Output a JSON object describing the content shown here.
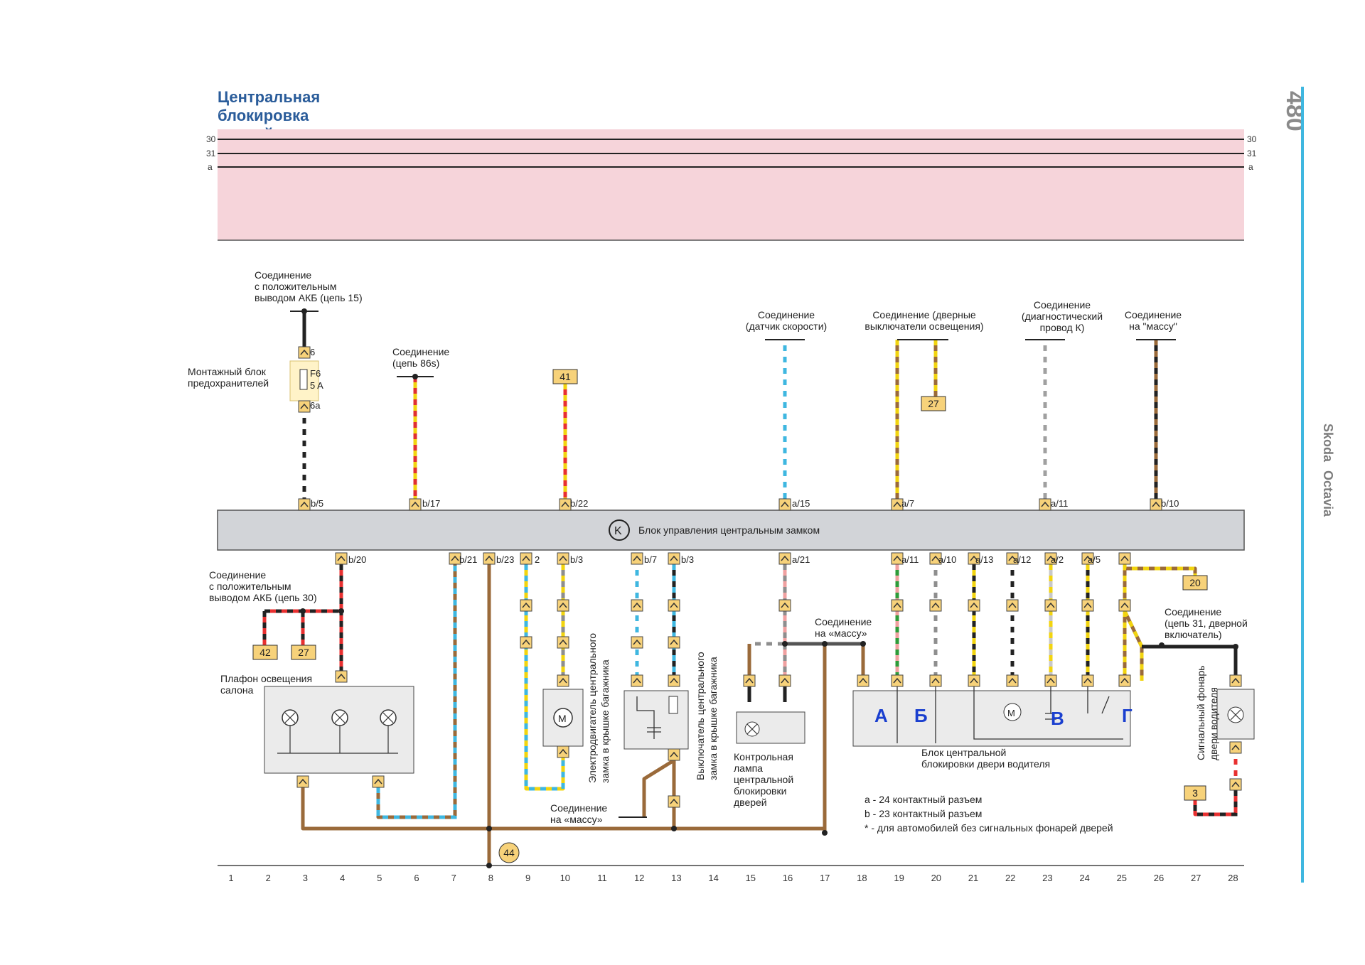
{
  "title": "Центральная блокировка дверей",
  "page_number": "480",
  "side_title": [
    "Skoda",
    "Octavia"
  ],
  "rails": [
    {
      "label": "30"
    },
    {
      "label": "31"
    },
    {
      "label": "a"
    }
  ],
  "control_unit": {
    "symbol": "K",
    "label": "Блок управления центральным замком"
  },
  "upper_labels": {
    "acc15": [
      "Соединение",
      "с положительным",
      "выводом АКБ (цепь 15)"
    ],
    "fuse_block": [
      "Монтажный блок",
      "предохранителей"
    ],
    "fuse": [
      "F6",
      "5 A"
    ],
    "c86": [
      "Соединение",
      "(цепь 86s)"
    ],
    "speed": [
      "Соединение",
      "(датчик скорости)"
    ],
    "door_sw": [
      "Соединение (дверные",
      "выключатели освещения)"
    ],
    "diag": [
      "Соединение",
      "(диагностический",
      "провод К)"
    ],
    "ground": [
      "Соединение",
      "на \"массу\""
    ]
  },
  "upper_pins": [
    "6",
    "6a",
    "b/5",
    "b/17",
    "b/22",
    "a/15",
    "a/7",
    "a/11",
    "b/10"
  ],
  "lower_pins": [
    "b/20",
    "b/21",
    "b/23",
    "2",
    "b/3",
    "b/7",
    "b/3",
    "a/21",
    "a/11",
    "a/10",
    "a/13",
    "a/12",
    "a/2",
    "a/5"
  ],
  "boxes": [
    "41",
    "27",
    "42",
    "27",
    "20",
    "44",
    "3"
  ],
  "lower_labels": {
    "acc30": [
      "Соединение",
      "с положительным",
      "выводом АКБ (цепь 30)"
    ],
    "lamp": [
      "Плафон освещения",
      "салона"
    ],
    "motor": [
      "Электродвигатель центрального",
      "замка в крышке багажника"
    ],
    "switch": [
      "Выключатель центрального",
      "замка в крышке багажника"
    ],
    "ground_bottom": [
      "Соединение",
      "на «массу»"
    ],
    "ground_mid": [
      "Соединение",
      "на «массу»"
    ],
    "ctrl_lamp": [
      "Контрольная",
      "лампа",
      "центральной",
      "блокировки",
      "дверей"
    ],
    "driver_unit": [
      "Блок центральной",
      "блокировки двери водителя"
    ],
    "c31": [
      "Соединение",
      "(цепь 31, дверной",
      "включатель)"
    ],
    "signal_lamp": [
      "Сигнальный фонарь",
      "двери водителя"
    ]
  },
  "letters": [
    "А",
    "Б",
    "В",
    "Г"
  ],
  "notes": [
    "a - 24 контактный разъем",
    "b - 23 контактный разъем",
    "* - для автомобилей без сигнальных фонарей дверей"
  ],
  "grid_numbers": [
    "1",
    "2",
    "3",
    "4",
    "5",
    "6",
    "7",
    "8",
    "9",
    "10",
    "11",
    "12",
    "13",
    "14",
    "15",
    "16",
    "17",
    "18",
    "19",
    "20",
    "21",
    "22",
    "23",
    "24",
    "25",
    "26",
    "27",
    "28"
  ],
  "colors": {
    "title": "#2a5c9a",
    "rail_band": "#f6d4da",
    "unit": "#d2d4d8",
    "connector": "#f7d27a",
    "letters": "#1a3fcf",
    "cyan_rule": "#3fb7e0"
  }
}
